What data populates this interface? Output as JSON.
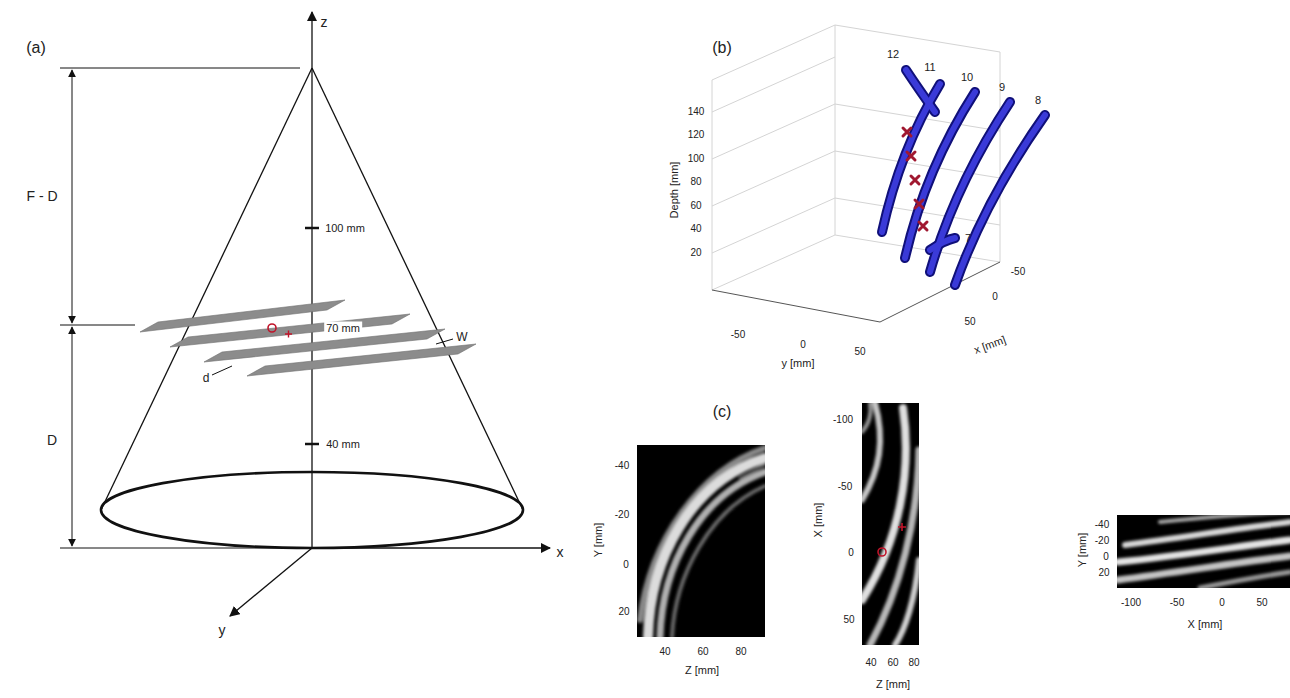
{
  "diagram": {
    "labels": [
      "(a)",
      "z",
      "F - D",
      "100 mm",
      "70 mm",
      "40 mm",
      "D",
      "W",
      "d",
      "x",
      "y",
      "(b)",
      "12",
      "11",
      "10",
      "9",
      "8",
      "7",
      "Depth [mm]",
      "140",
      "120",
      "100",
      "80",
      "60",
      "40",
      "20",
      "y [mm]",
      "-50",
      "0",
      "50",
      "x [mm]",
      "-50",
      "0",
      "50",
      "(c)",
      "Y [mm]",
      "-40",
      "-20",
      "0",
      "20",
      "Z [mm]",
      "40",
      "60",
      "80",
      "X [mm]",
      "-100",
      "-50",
      "0",
      "50",
      "Z [mm]",
      "40",
      "60",
      "80",
      "Y [mm]",
      "-40",
      "-20",
      "0",
      "20",
      "X [mm]",
      "-100",
      "-50",
      "0",
      "50"
    ]
  }
}
